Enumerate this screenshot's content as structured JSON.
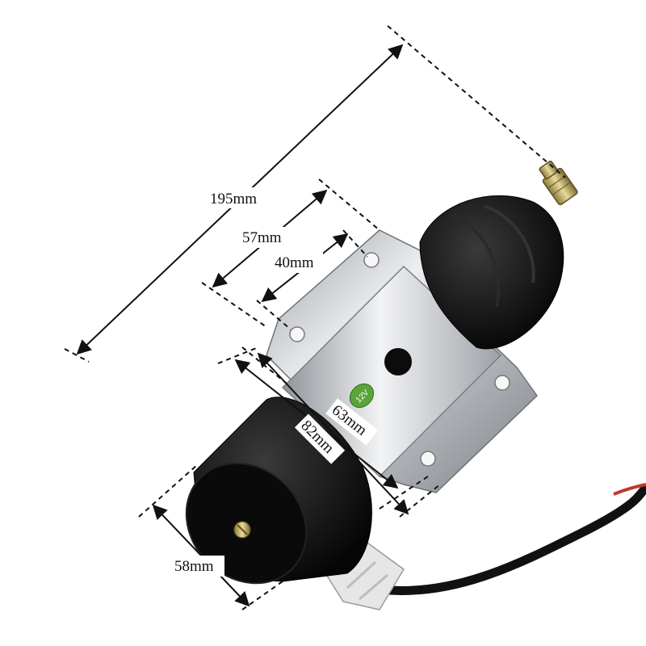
{
  "product": {
    "voltage_badge": "12V",
    "colors": {
      "bracket": "#c9ccd0",
      "body": "#111111",
      "badge": "#5aa43a"
    }
  },
  "dimensions": {
    "overall_length": "195mm",
    "bracket_width": "57mm",
    "hole_spacing": "40mm",
    "bracket_height": "63mm",
    "body_length": "82mm",
    "body_diameter": "58mm"
  }
}
